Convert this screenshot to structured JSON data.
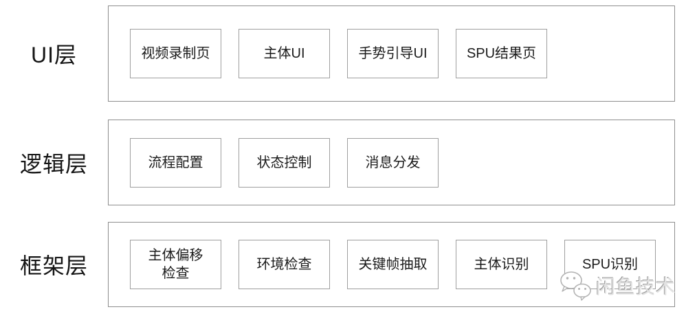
{
  "diagram": {
    "layers": [
      {
        "label": "UI层",
        "boxes": [
          "视频录制页",
          "主体UI",
          "手势引导UI",
          "SPU结果页"
        ]
      },
      {
        "label": "逻辑层",
        "boxes": [
          "流程配置",
          "状态控制",
          "消息分发"
        ]
      },
      {
        "label": "框架层",
        "boxes": [
          "主体偏移\n检查",
          "环境检查",
          "关键帧抽取",
          "主体识别",
          "SPU识别"
        ]
      }
    ]
  },
  "watermark": {
    "text": "闲鱼技术",
    "icon": "wechat-icon"
  },
  "colors": {
    "container_border": "#8d8d8d",
    "module_border": "#9e9e9e",
    "text": "#1a1a1a",
    "watermark_gray": "#a6a6a6",
    "background": "#ffffff"
  }
}
